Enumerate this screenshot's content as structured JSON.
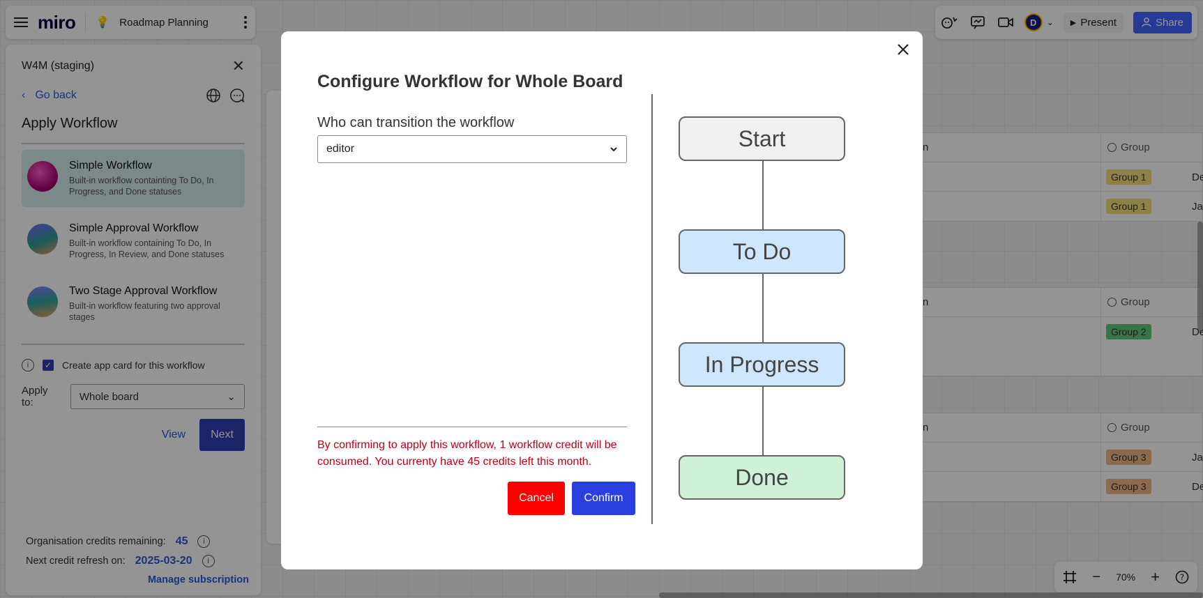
{
  "topbar": {
    "logo": "miro",
    "board_name": "Roadmap Planning",
    "present_label": "Present",
    "share_label": "Share",
    "avatar_initial": "D"
  },
  "panel": {
    "title": "W4M (staging)",
    "go_back": "Go back",
    "heading": "Apply Workflow",
    "workflows": [
      {
        "name": "Simple Workflow",
        "desc": "Built-in workflow containting To Do, In Progress, and Done statuses",
        "selected": true
      },
      {
        "name": "Simple Approval Workflow",
        "desc": "Built-in workflow containing To Do, In Progress, In Review, and Done statuses",
        "selected": false
      },
      {
        "name": "Two Stage Approval Workflow",
        "desc": "Built-in workflow featuring two approval stages",
        "selected": false
      }
    ],
    "create_app_card_label": "Create app card for this workflow",
    "apply_to_label": "Apply to:",
    "apply_to_value": "Whole board",
    "view_label": "View",
    "next_label": "Next",
    "credits_label": "Organisation credits remaining:",
    "credits_value": "45",
    "refresh_label": "Next credit refresh on:",
    "refresh_value": "2025-03-20",
    "manage_label": "Manage subscription"
  },
  "board": {
    "group_header": "Group",
    "chips": [
      "Group 1",
      "Group 1",
      "Group 2",
      "Group 3",
      "Group 3"
    ],
    "cells": [
      "De",
      "Jar",
      "De",
      "Jar",
      "De"
    ],
    "col_short": "n"
  },
  "zoom": {
    "level": "70%"
  },
  "modal": {
    "title": "Configure Workflow for Whole Board",
    "who_label": "Who can transition the workflow",
    "who_value": "editor",
    "warning": "By confirming to apply this workflow, 1 workflow credit will be consumed. You currenty have 45 credits left this month.",
    "cancel_label": "Cancel",
    "confirm_label": "Confirm",
    "diagram": {
      "nodes": [
        {
          "label": "Start",
          "color": "#f0f0f0"
        },
        {
          "label": "To Do",
          "color": "#cde6fb"
        },
        {
          "label": "In Progress",
          "color": "#cde6fb"
        },
        {
          "label": "Done",
          "color": "#cff2d6"
        }
      ]
    }
  },
  "colors": {
    "accent": "#2d3fb0",
    "danger": "#ff0000",
    "confirm": "#2b3fe0",
    "warning_text": "#c0001a"
  }
}
